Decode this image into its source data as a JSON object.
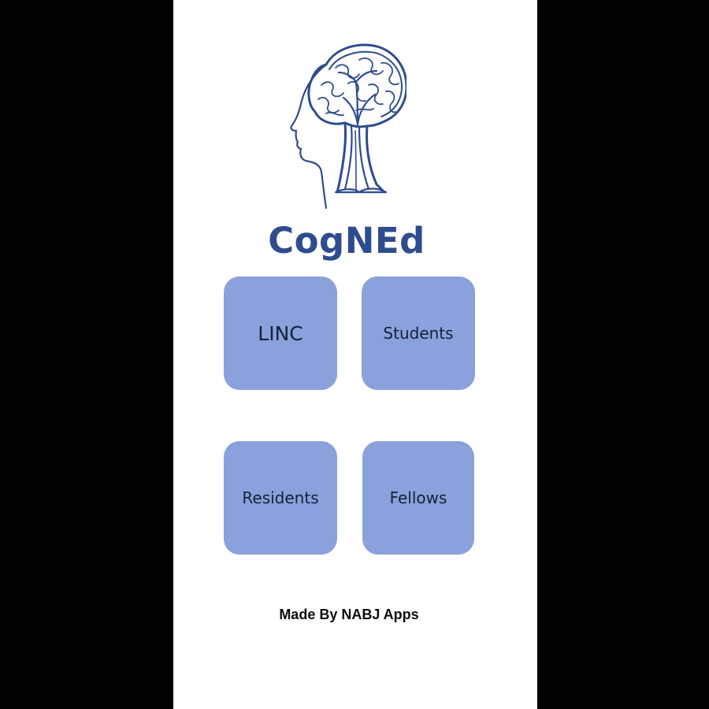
{
  "app": {
    "title": "CogNEd",
    "logo_icon": "head-brain-tree-icon"
  },
  "tiles": [
    {
      "label": "LINC"
    },
    {
      "label": "Students"
    },
    {
      "label": "Residents"
    },
    {
      "label": "Fellows"
    }
  ],
  "footer": {
    "credit": "Made By NABJ Apps"
  },
  "colors": {
    "background": "#000000",
    "screen": "#ffffff",
    "brand": "#2e4d8e",
    "tile": "#8aa1dc",
    "tile_text": "#14213a"
  }
}
